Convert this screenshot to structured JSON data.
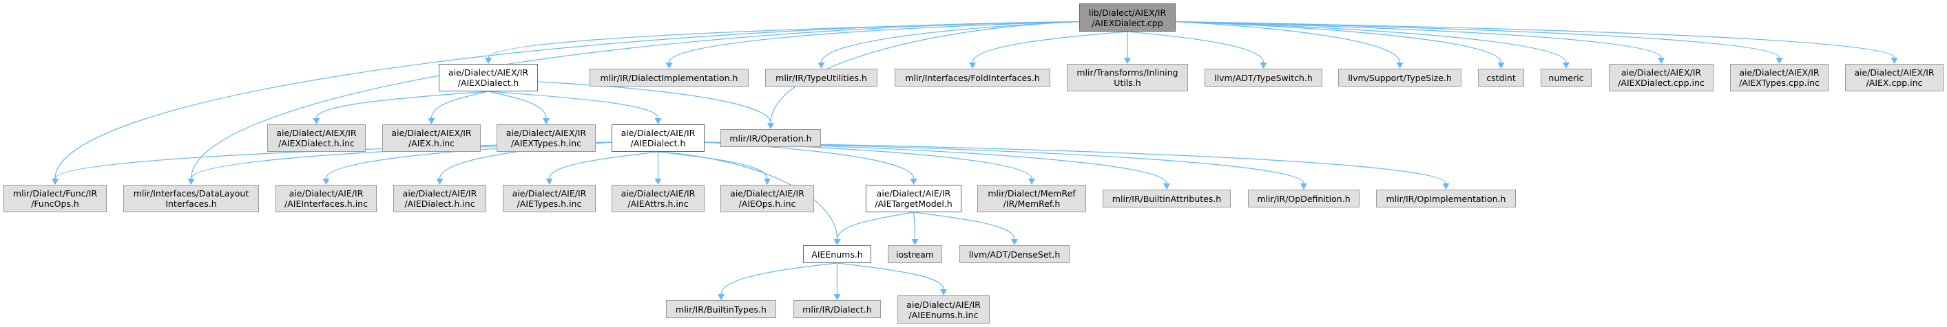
{
  "nodes": [
    {
      "id": "root",
      "kind": "root",
      "lines": [
        "lib/Dialect/AIEX/IR",
        "/AIEXDialect.cpp"
      ]
    },
    {
      "id": "aiexdialect_h",
      "kind": "local",
      "lines": [
        "aie/Dialect/AIEX/IR",
        "/AIEXDialect.h"
      ]
    },
    {
      "id": "dialectimpl",
      "kind": "ext",
      "lines": [
        "mlir/IR/DialectImplementation.h"
      ]
    },
    {
      "id": "typeutil",
      "kind": "ext",
      "lines": [
        "mlir/IR/TypeUtilities.h"
      ]
    },
    {
      "id": "foldif",
      "kind": "ext",
      "lines": [
        "mlir/Interfaces/FoldInterfaces.h"
      ]
    },
    {
      "id": "inlining",
      "kind": "ext",
      "lines": [
        "mlir/Transforms/Inlining",
        "Utils.h"
      ]
    },
    {
      "id": "typeswitch",
      "kind": "ext",
      "lines": [
        "llvm/ADT/TypeSwitch.h"
      ]
    },
    {
      "id": "typesize",
      "kind": "ext",
      "lines": [
        "llvm/Support/TypeSize.h"
      ]
    },
    {
      "id": "cstdint",
      "kind": "ext",
      "lines": [
        "cstdint"
      ]
    },
    {
      "id": "numeric",
      "kind": "ext",
      "lines": [
        "numeric"
      ]
    },
    {
      "id": "aiexdialect_cpp_inc",
      "kind": "ext",
      "lines": [
        "aie/Dialect/AIEX/IR",
        "/AIEXDialect.cpp.inc"
      ]
    },
    {
      "id": "aiextypes_cpp_inc",
      "kind": "ext",
      "lines": [
        "aie/Dialect/AIEX/IR",
        "/AIEXTypes.cpp.inc"
      ]
    },
    {
      "id": "aiex_cpp_inc",
      "kind": "ext",
      "lines": [
        "aie/Dialect/AIEX/IR",
        "/AIEX.cpp.inc"
      ]
    },
    {
      "id": "aiexdialect_h_inc",
      "kind": "ext",
      "lines": [
        "aie/Dialect/AIEX/IR",
        "/AIEXDialect.h.inc"
      ]
    },
    {
      "id": "aiex_h_inc",
      "kind": "ext",
      "lines": [
        "aie/Dialect/AIEX/IR",
        "/AIEX.h.inc"
      ]
    },
    {
      "id": "aiextypes_h_inc",
      "kind": "ext",
      "lines": [
        "aie/Dialect/AIEX/IR",
        "/AIEXTypes.h.inc"
      ]
    },
    {
      "id": "aiedialect_h",
      "kind": "local",
      "lines": [
        "aie/Dialect/AIE/IR",
        "/AIEDialect.h"
      ]
    },
    {
      "id": "operation",
      "kind": "ext",
      "lines": [
        "mlir/IR/Operation.h"
      ]
    },
    {
      "id": "funcops",
      "kind": "ext",
      "lines": [
        "mlir/Dialect/Func/IR",
        "/FuncOps.h"
      ]
    },
    {
      "id": "datalayout",
      "kind": "ext",
      "lines": [
        "mlir/Interfaces/DataLayout",
        "Interfaces.h"
      ]
    },
    {
      "id": "aieinterfaces_inc",
      "kind": "ext",
      "lines": [
        "aie/Dialect/AIE/IR",
        "/AIEInterfaces.h.inc"
      ]
    },
    {
      "id": "aiedialect_inc",
      "kind": "ext",
      "lines": [
        "aie/Dialect/AIE/IR",
        "/AIEDialect.h.inc"
      ]
    },
    {
      "id": "aietypes_inc",
      "kind": "ext",
      "lines": [
        "aie/Dialect/AIE/IR",
        "/AIETypes.h.inc"
      ]
    },
    {
      "id": "aieattrs_inc",
      "kind": "ext",
      "lines": [
        "aie/Dialect/AIE/IR",
        "/AIEAttrs.h.inc"
      ]
    },
    {
      "id": "aieops_inc",
      "kind": "ext",
      "lines": [
        "aie/Dialect/AIE/IR",
        "/AIEOps.h.inc"
      ]
    },
    {
      "id": "targetmodel",
      "kind": "local",
      "lines": [
        "aie/Dialect/AIE/IR",
        "/AIETargetModel.h"
      ]
    },
    {
      "id": "memref",
      "kind": "ext",
      "lines": [
        "mlir/Dialect/MemRef",
        "/IR/MemRef.h"
      ]
    },
    {
      "id": "builtinattrs",
      "kind": "ext",
      "lines": [
        "mlir/IR/BuiltinAttributes.h"
      ]
    },
    {
      "id": "opdef",
      "kind": "ext",
      "lines": [
        "mlir/IR/OpDefinition.h"
      ]
    },
    {
      "id": "opimpl",
      "kind": "ext",
      "lines": [
        "mlir/IR/OpImplementation.h"
      ]
    },
    {
      "id": "aieenums",
      "kind": "local",
      "lines": [
        "AIEEnums.h"
      ]
    },
    {
      "id": "iostream",
      "kind": "ext",
      "lines": [
        "iostream"
      ]
    },
    {
      "id": "denseset",
      "kind": "ext",
      "lines": [
        "llvm/ADT/DenseSet.h"
      ]
    },
    {
      "id": "builtintypes",
      "kind": "ext",
      "lines": [
        "mlir/IR/BuiltinTypes.h"
      ]
    },
    {
      "id": "dialect",
      "kind": "ext",
      "lines": [
        "mlir/IR/Dialect.h"
      ]
    },
    {
      "id": "aieenums_inc",
      "kind": "ext",
      "lines": [
        "aie/Dialect/AIE/IR",
        "/AIEEnums.h.inc"
      ]
    }
  ],
  "edges": [
    [
      "root",
      "aiexdialect_h"
    ],
    [
      "root",
      "dialectimpl"
    ],
    [
      "root",
      "typeutil"
    ],
    [
      "root",
      "foldif"
    ],
    [
      "root",
      "inlining"
    ],
    [
      "root",
      "typeswitch"
    ],
    [
      "root",
      "typesize"
    ],
    [
      "root",
      "cstdint"
    ],
    [
      "root",
      "numeric"
    ],
    [
      "root",
      "aiexdialect_cpp_inc"
    ],
    [
      "root",
      "aiextypes_cpp_inc"
    ],
    [
      "root",
      "aiex_cpp_inc"
    ],
    [
      "root",
      "funcops"
    ],
    [
      "root",
      "datalayout"
    ],
    [
      "root",
      "operation"
    ],
    [
      "aiexdialect_h",
      "aiexdialect_h_inc"
    ],
    [
      "aiexdialect_h",
      "aiex_h_inc"
    ],
    [
      "aiexdialect_h",
      "aiextypes_h_inc"
    ],
    [
      "aiexdialect_h",
      "aiedialect_h"
    ],
    [
      "aiexdialect_h",
      "operation"
    ],
    [
      "aiedialect_h",
      "funcops"
    ],
    [
      "aiedialect_h",
      "datalayout"
    ],
    [
      "aiedialect_h",
      "aieinterfaces_inc"
    ],
    [
      "aiedialect_h",
      "aiedialect_inc"
    ],
    [
      "aiedialect_h",
      "aietypes_inc"
    ],
    [
      "aiedialect_h",
      "aieattrs_inc"
    ],
    [
      "aiedialect_h",
      "aieops_inc"
    ],
    [
      "aiedialect_h",
      "aieenums"
    ],
    [
      "aiedialect_h",
      "targetmodel"
    ],
    [
      "aiedialect_h",
      "memref"
    ],
    [
      "aiedialect_h",
      "builtinattrs"
    ],
    [
      "aiedialect_h",
      "opdef"
    ],
    [
      "aiedialect_h",
      "opimpl"
    ],
    [
      "targetmodel",
      "aieenums"
    ],
    [
      "targetmodel",
      "iostream"
    ],
    [
      "targetmodel",
      "denseset"
    ],
    [
      "aieenums",
      "builtintypes"
    ],
    [
      "aieenums",
      "dialect"
    ],
    [
      "aieenums",
      "aieenums_inc"
    ]
  ],
  "colors": {
    "edge": "#63b8ff",
    "ext_fill": "#e0e0e0",
    "root_fill": "#999999",
    "local_fill": "#ffffff"
  }
}
